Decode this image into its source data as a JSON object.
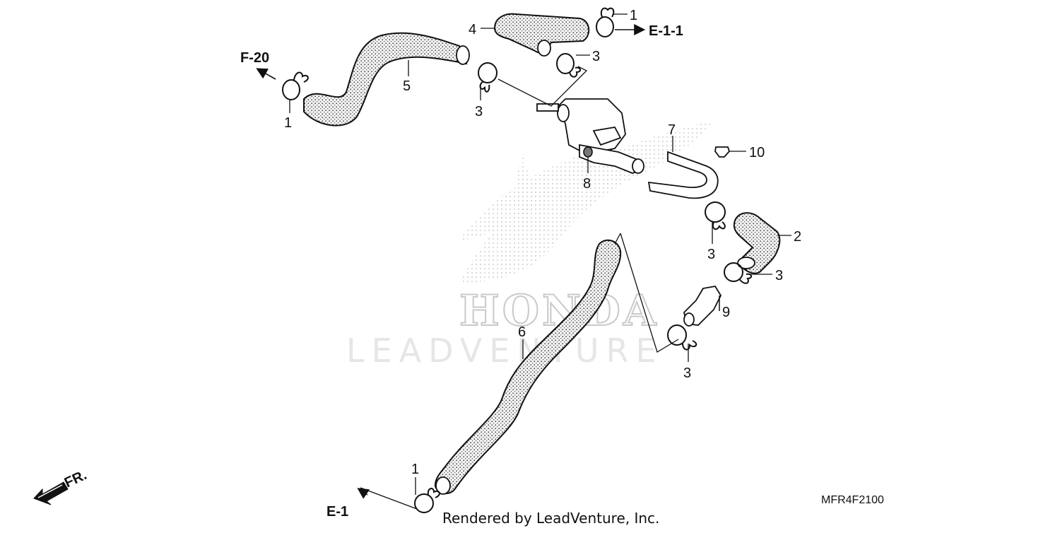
{
  "watermark": {
    "brand": "HONDA",
    "vendor": "LEADVENTURE"
  },
  "references": {
    "f20": "F-20",
    "e11": "E-1-1",
    "e1": "E-1"
  },
  "callouts": {
    "c1_top": "1",
    "c4": "4",
    "c3_a": "3",
    "c5": "5",
    "c3_b": "3",
    "c1_left": "1",
    "c8": "8",
    "c7": "7",
    "c10": "10",
    "c2": "2",
    "c3_c": "3",
    "c3_d": "3",
    "c9": "9",
    "c6": "6",
    "c3_e": "3",
    "c1_bottom": "1"
  },
  "front_indicator": "FR.",
  "diagram_code": "MFR4F2100",
  "footer": "Rendered by LeadVenture, Inc."
}
